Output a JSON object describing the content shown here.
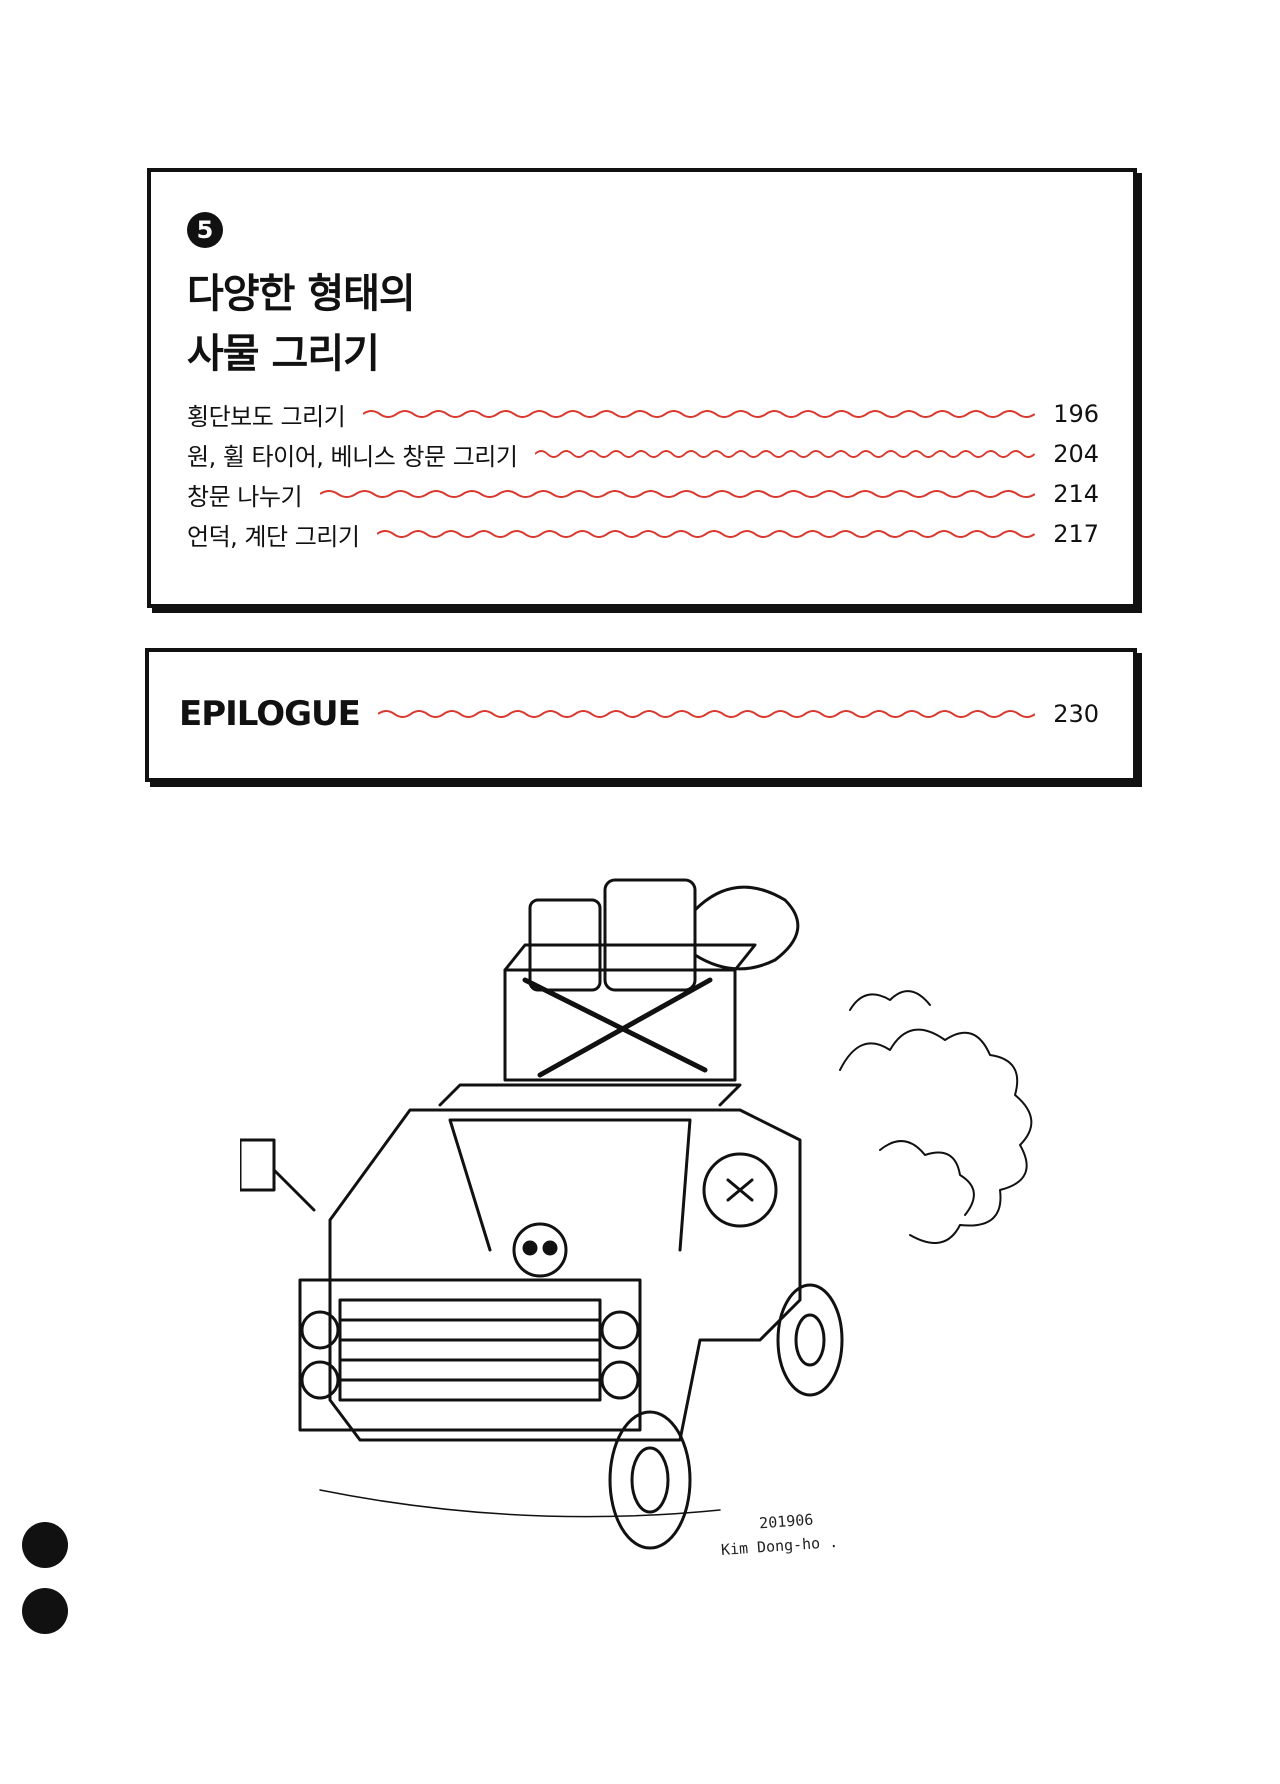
{
  "chapter": {
    "number": "5",
    "title_line1": "다양한 형태의",
    "title_line2": "사물 그리기",
    "entries": [
      {
        "label": "횡단보도 그리기",
        "page": "196"
      },
      {
        "label": "원, 휠 타이어, 베니스 창문 그리기",
        "page": "204"
      },
      {
        "label": "창문 나누기",
        "page": "214"
      },
      {
        "label": "언덕, 계단 그리기",
        "page": "217"
      }
    ]
  },
  "epilogue": {
    "label": "EPILOGUE",
    "page": "230"
  },
  "signature": {
    "date": "201906",
    "name": "Kim Dong-ho ."
  },
  "colors": {
    "ink": "#111111",
    "wave": "#d9382e",
    "paper": "#ffffff"
  }
}
